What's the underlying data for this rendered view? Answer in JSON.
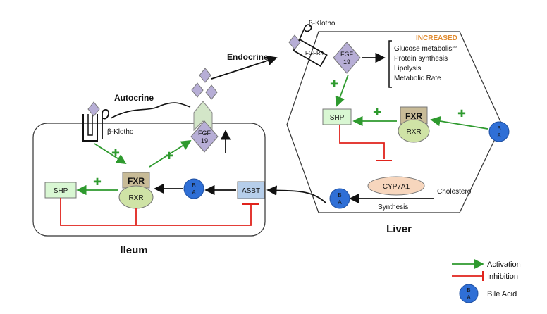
{
  "labels": {
    "ileum": "Ileum",
    "liver": "Liver",
    "autocrine": "Autocrine",
    "endocrine": "Endocrine",
    "beta_klotho": "β-Klotho",
    "fgfr4": "FGFR4",
    "fgf_line1": "FGF",
    "fgf_line2": "19",
    "shp": "SHP",
    "fxr": "FXR",
    "rxr": "RXR",
    "asbt": "ASBT",
    "cyp7a1": "CYP7A1",
    "cholesterol": "Cholesterol",
    "synthesis": "Synthesis",
    "ba_b": "B",
    "ba_a": "A",
    "plus": "✚"
  },
  "increased": {
    "heading": "INCREASED",
    "items": [
      "Glucose metabolism",
      "Protein synthesis",
      "Lipolysis",
      "Metabolic Rate"
    ]
  },
  "legend": {
    "activation": "Activation",
    "inhibition": "Inhibition",
    "bile_acid": "Bile Acid"
  },
  "colors": {
    "activation": "#2e9a2e",
    "inhibition": "#e0231c",
    "plus": "#2e9a2e",
    "increased": "#e08a2e",
    "bile_acid": "#2f6fd6",
    "fgf": "#b7aed6",
    "shp": "#d9f7d3",
    "fxr": "#c8bb97",
    "rxr": "#cfe3a6",
    "asbt": "#b6ceea",
    "cyp7a1": "#f7d6bd"
  }
}
